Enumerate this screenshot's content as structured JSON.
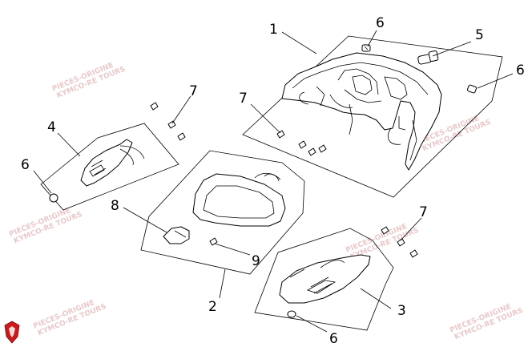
{
  "callouts": {
    "c1": "1",
    "c2": "2",
    "c3": "3",
    "c4": "4",
    "c5": "5",
    "c6a": "6",
    "c6b": "6",
    "c6c": "6",
    "c6d": "6",
    "c7a": "7",
    "c7b": "7",
    "c7c": "7",
    "c8": "8",
    "c9": "9"
  },
  "watermark": {
    "line1": "PIECES-ORIGINE",
    "line2": "KYMCO-RE TOURS"
  },
  "logo": {
    "name": "brand-shield-logo",
    "color": "#cc1a1a"
  }
}
